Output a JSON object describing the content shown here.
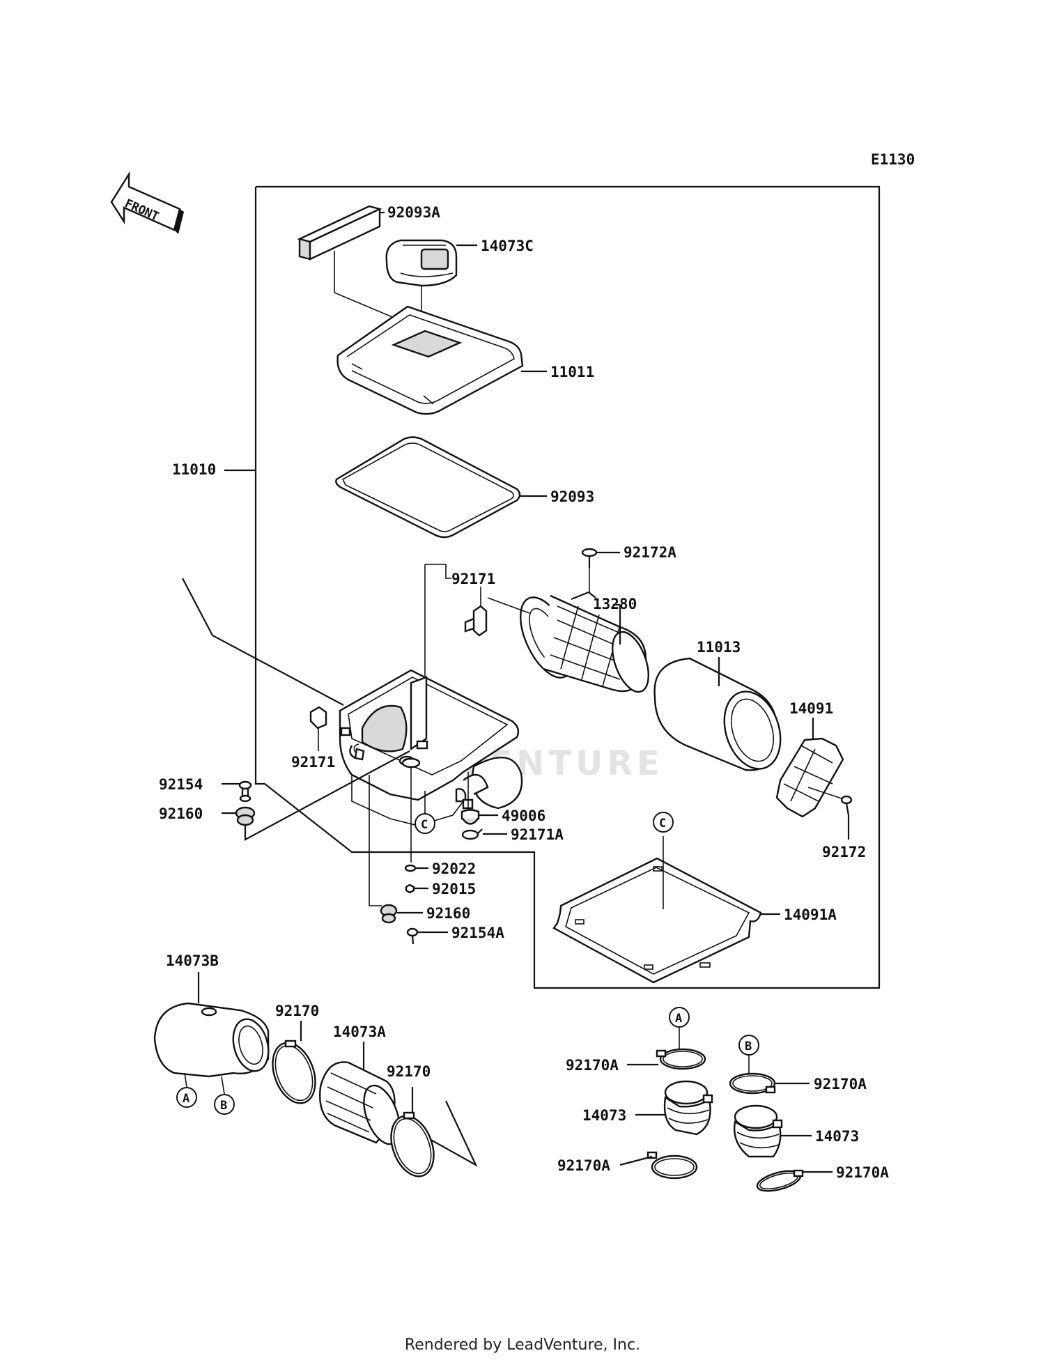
{
  "diagram_code": "E1130",
  "front_label": "FRONT",
  "watermark": "LEADVENTURE",
  "footer": "Rendered by LeadVenture, Inc.",
  "part_labels": {
    "p92093A": "92093A",
    "p14073C": "14073C",
    "p11011": "11011",
    "p11010": "11010",
    "p92093": "92093",
    "p92172A": "92172A",
    "p92171_top": "92171",
    "p13280": "13280",
    "p11013": "11013",
    "p14091": "14091",
    "p92171_left": "92171",
    "p92154": "92154",
    "p92160": "92160",
    "p49006": "49006",
    "p92171A": "92171A",
    "p92172": "92172",
    "p92022": "92022",
    "p92015": "92015",
    "p14091A": "14091A",
    "p92160_b": "92160",
    "p92154A": "92154A",
    "p14073B": "14073B",
    "p92170_1": "92170",
    "p14073A": "14073A",
    "p92170_2": "92170",
    "p92170A_1": "92170A",
    "p92170A_2": "92170A",
    "p14073_1": "14073",
    "p14073_2": "14073",
    "p92170A_3": "92170A",
    "p92170A_4": "92170A"
  },
  "callouts": {
    "c_box": "C",
    "c_gasket": "C",
    "a_duct": "A",
    "b_duct": "B",
    "a_right": "A",
    "b_right": "B"
  }
}
